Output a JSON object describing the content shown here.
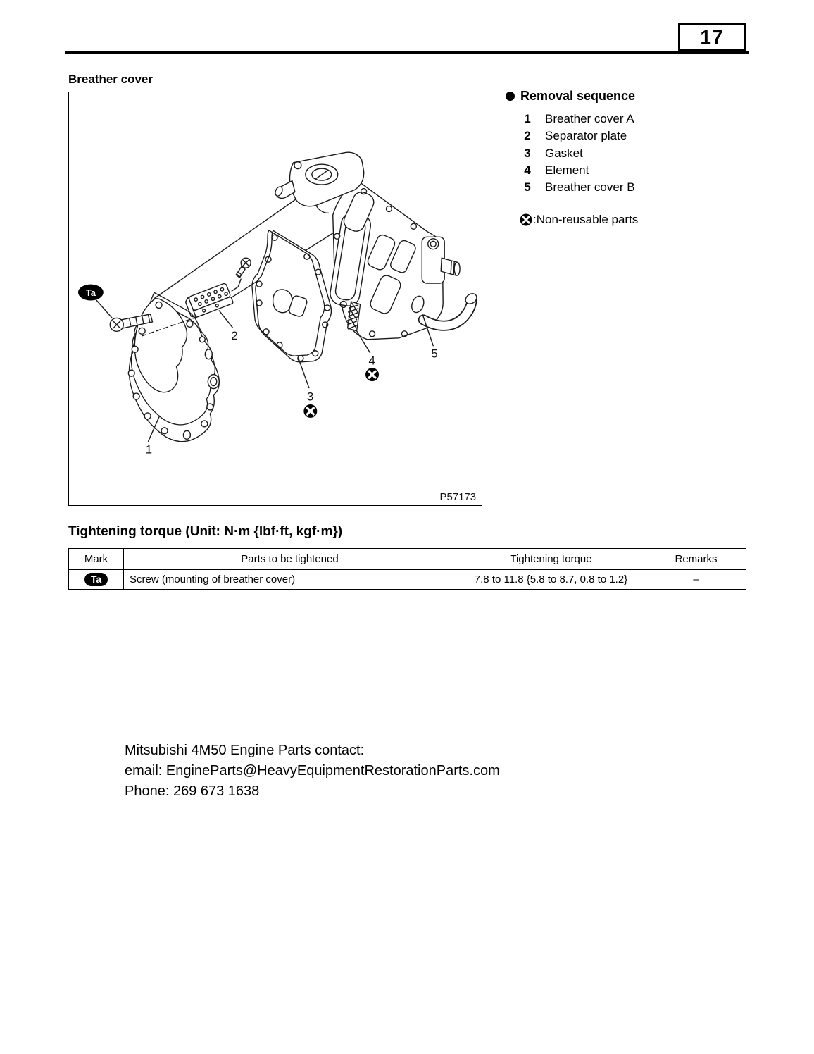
{
  "page": {
    "number": "17",
    "section_title": "Breather cover"
  },
  "diagram": {
    "mark_badge": "Ta",
    "figure_code": "P57173",
    "labels": {
      "l1": "1",
      "l2": "2",
      "l3": "3",
      "l4": "4",
      "l5": "5"
    }
  },
  "removal_sequence": {
    "title": "Removal sequence",
    "items": [
      {
        "num": "1",
        "label": "Breather cover A"
      },
      {
        "num": "2",
        "label": "Separator plate"
      },
      {
        "num": "3",
        "label": "Gasket"
      },
      {
        "num": "4",
        "label": "Element"
      },
      {
        "num": "5",
        "label": "Breather cover B"
      }
    ],
    "legend_text": ":Non-reusable parts",
    "legend_icon": "non-reusable-cross-circle-icon"
  },
  "torque_section": {
    "title": "Tightening torque (Unit: N·m {lbf·ft, kgf·m})",
    "table": {
      "headers": [
        "Mark",
        "Parts to be tightened",
        "Tightening torque",
        "Remarks"
      ],
      "rows": [
        {
          "mark": "Ta",
          "part": "Screw (mounting of breather cover)",
          "torque": "7.8 to 11.8 {5.8 to 8.7, 0.8 to 1.2}",
          "remarks": "–"
        }
      ]
    }
  },
  "contact": {
    "line1": "Mitsubishi 4M50 Engine Parts contact:",
    "line2": "email: EngineParts@HeavyEquipmentRestorationParts.com",
    "line3": "Phone: 269 673 1638"
  },
  "colors": {
    "ink": "#000000",
    "paper": "#ffffff"
  }
}
